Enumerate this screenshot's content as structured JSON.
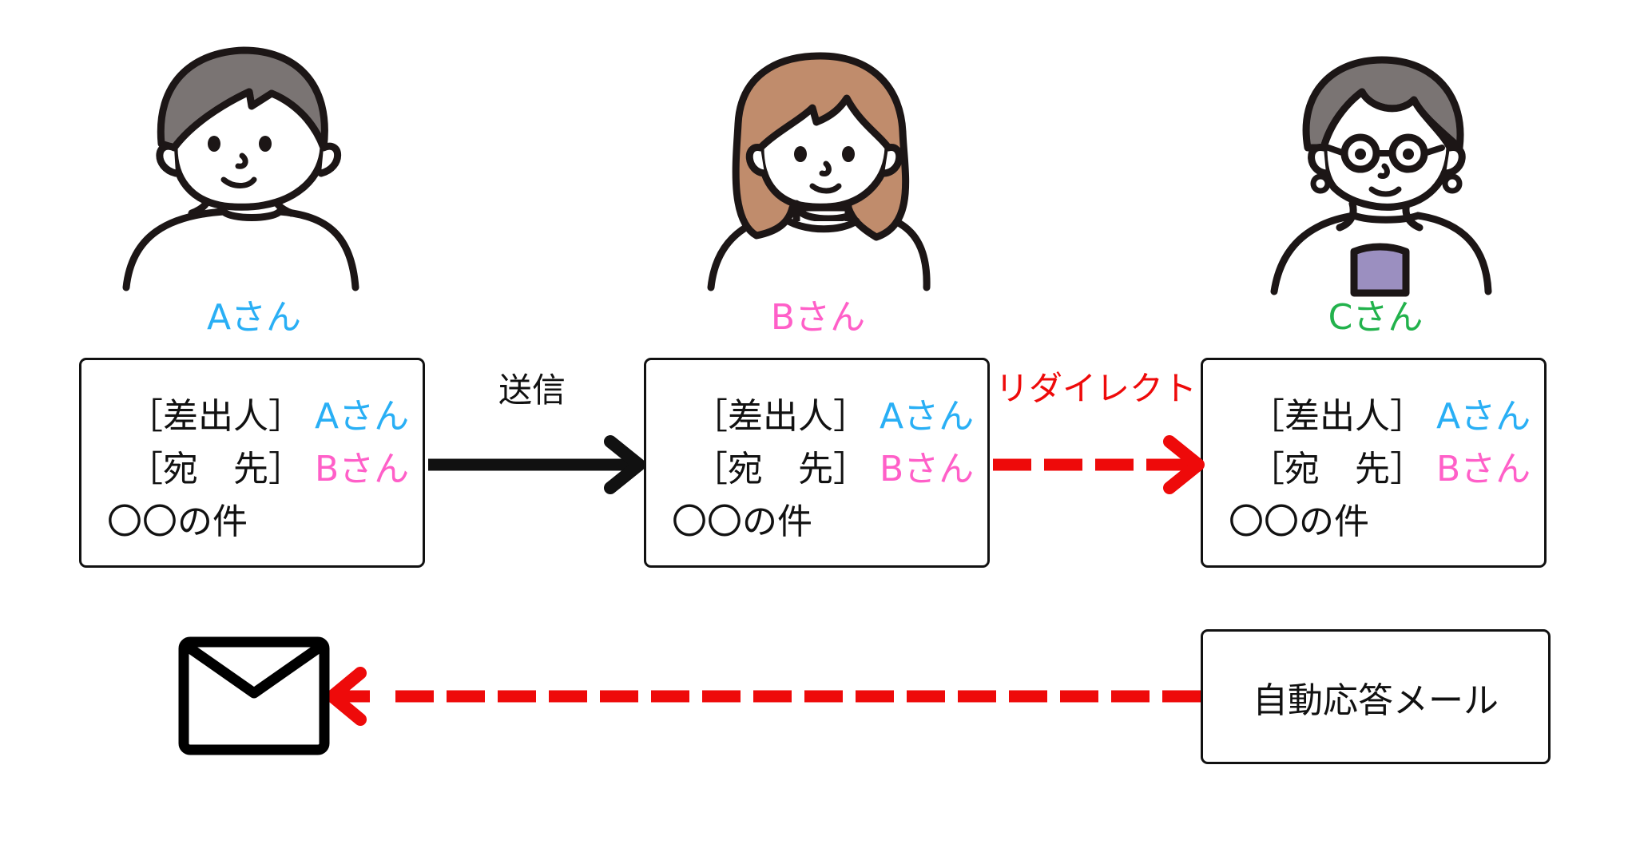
{
  "colors": {
    "person_a": "#29aff5",
    "person_b": "#ff5fc8",
    "person_c": "#22b24c",
    "redirect": "#ee0a0a",
    "send": "#111111",
    "outline": "#1c1616",
    "hair_gray": "#7a7473",
    "hair_brown": "#c08c6c",
    "shirt_purple": "#9b8fc0"
  },
  "people": [
    {
      "id": "a",
      "label": "Aさん",
      "icon": "man-avatar-icon"
    },
    {
      "id": "b",
      "label": "Bさん",
      "icon": "woman-avatar-icon"
    },
    {
      "id": "c",
      "label": "Cさん",
      "icon": "woman-glasses-avatar-icon"
    }
  ],
  "mail_fields": {
    "sender_label": "［差出人］",
    "recipient_label": "［宛　先］",
    "sender_value": "Aさん",
    "recipient_value": "Bさん",
    "subject": "〇〇の件"
  },
  "mailboxes": [
    {
      "owner": "Aさん",
      "sender_label": "［差出人］",
      "sender_value": "Aさん",
      "recipient_label": "［宛　先］",
      "recipient_value": "Bさん",
      "subject": "〇〇の件"
    },
    {
      "owner": "Bさん",
      "sender_label": "［差出人］",
      "sender_value": "Aさん",
      "recipient_label": "［宛　先］",
      "recipient_value": "Bさん",
      "subject": "〇〇の件"
    },
    {
      "owner": "Cさん",
      "sender_label": "［差出人］",
      "sender_value": "Aさん",
      "recipient_label": "［宛　先］",
      "recipient_value": "Bさん",
      "subject": "〇〇の件"
    }
  ],
  "flows": {
    "send": {
      "label": "送信",
      "from": "Aさん",
      "to": "Bさん",
      "style": "solid"
    },
    "redirect": {
      "label": "リダイレクト",
      "from": "Bさん",
      "to": "Cさん",
      "style": "dashed"
    },
    "auto_reply": {
      "label": "",
      "from": "自動応答メール",
      "to": "envelope",
      "style": "dashed"
    }
  },
  "auto_reply_box": {
    "label": "自動応答メール"
  },
  "envelope": {
    "icon": "envelope-icon"
  }
}
